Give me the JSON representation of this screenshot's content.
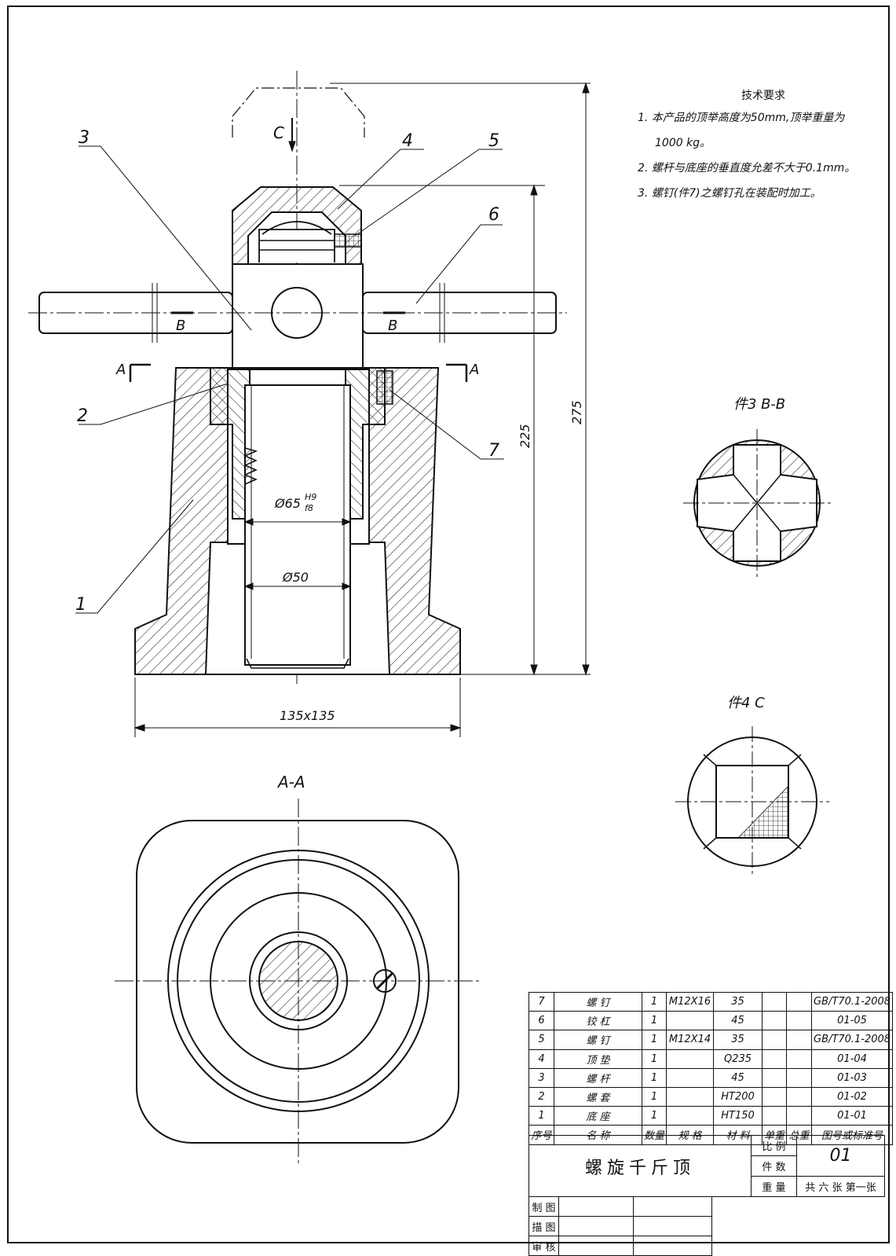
{
  "technical_requirements": {
    "title": "技术要求",
    "items": [
      "1. 本产品的顶举高度为50mm,顶举重量为",
      "1000 kg。",
      "2. 螺杆与底座的垂直度允差不大于0.1mm。",
      "3. 螺钉(件7)之螺钉孔在装配时加工。"
    ]
  },
  "views": {
    "section_aa": "A-A",
    "section_bb": "件3 B-B",
    "view_c": "件4 C",
    "cut_a": "A",
    "cut_b": "B",
    "cut_c": "C"
  },
  "balloons": [
    "1",
    "2",
    "3",
    "4",
    "5",
    "6",
    "7"
  ],
  "dimensions": {
    "overall_height": "275",
    "height": "225",
    "bore_diameter": "Ø65",
    "bore_tol_upper": "H9",
    "bore_tol_lower": "f8",
    "rod_diameter": "Ø50",
    "base_size": "135x135"
  },
  "bom": {
    "headers": [
      "序号",
      "名 称",
      "数量",
      "规 格",
      "材 料",
      "单重",
      "总重",
      "图号或标准号"
    ],
    "rows": [
      {
        "no": "7",
        "name": "螺 钉",
        "qty": "1",
        "spec": "M12X16",
        "mat": "35",
        "std": "GB/T70.1-2008"
      },
      {
        "no": "6",
        "name": "铰 杠",
        "qty": "1",
        "spec": "",
        "mat": "45",
        "std": "01-05"
      },
      {
        "no": "5",
        "name": "螺 钉",
        "qty": "1",
        "spec": "M12X14",
        "mat": "35",
        "std": "GB/T70.1-2008"
      },
      {
        "no": "4",
        "name": "顶 垫",
        "qty": "1",
        "spec": "",
        "mat": "Q235",
        "std": "01-04"
      },
      {
        "no": "3",
        "name": "螺 杆",
        "qty": "1",
        "spec": "",
        "mat": "45",
        "std": "01-03"
      },
      {
        "no": "2",
        "name": "螺 套",
        "qty": "1",
        "spec": "",
        "mat": "HT200",
        "std": "01-02"
      },
      {
        "no": "1",
        "name": "底 座",
        "qty": "1",
        "spec": "",
        "mat": "HT150",
        "std": "01-01"
      }
    ]
  },
  "title_block": {
    "name": "螺旋千斤顶",
    "scale_label": "比 例",
    "count_label": "件 数",
    "weight_label": "重 量",
    "drawing_no": "01",
    "sheets": "共 六 张  第一张",
    "drawn": "制 图",
    "traced": "描 图",
    "checked": "审 核"
  }
}
